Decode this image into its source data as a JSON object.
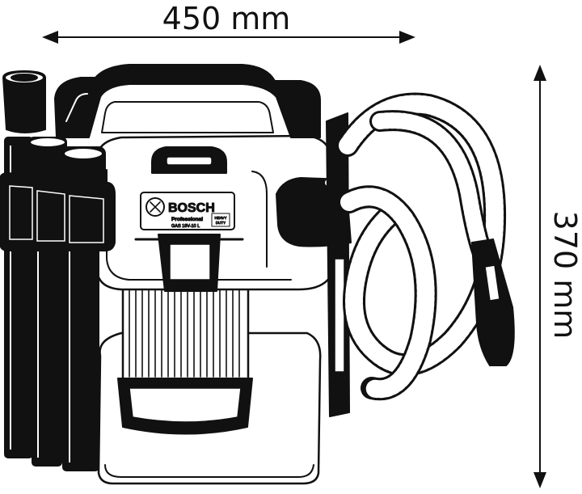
{
  "dimensions": {
    "width_label": "450 mm",
    "height_label": "370 mm"
  },
  "label_plate": {
    "brand": "BOSCH",
    "line": "Professional",
    "model": "GAS 18V-10 L",
    "badge_top": "HEAVY",
    "badge_bottom": "DUTY"
  },
  "colors": {
    "ink": "#111111",
    "paper": "#ffffff"
  }
}
